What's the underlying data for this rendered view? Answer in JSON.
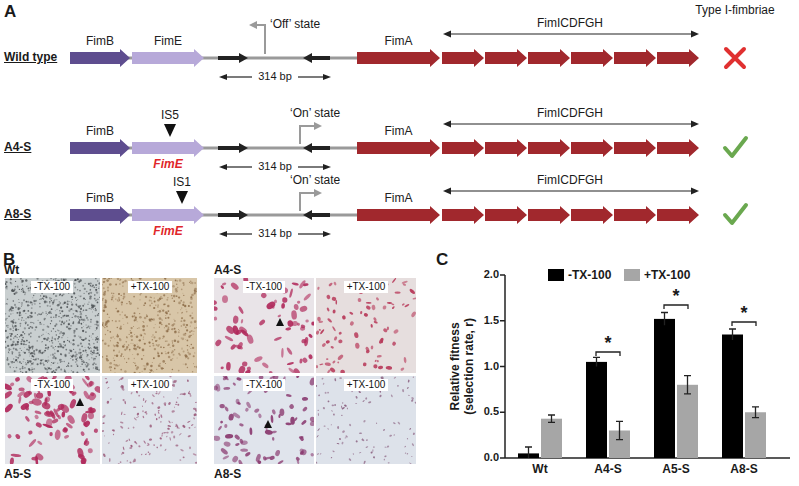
{
  "diagram": {
    "nodes": [
      {
        "text": [
          "FimB"
        ]
      },
      {
        "text": [
          "FimE"
        ]
      },
      {
        "text": [
          "FimA"
        ]
      },
      {
        "text": [
          "FimB"
        ]
      },
      {
        "text": [
          "FimE"
        ]
      },
      {
        "text": [
          "FimA"
        ]
      },
      {
        "text": [
          "FimB"
        ]
      },
      {
        "text": [
          "FimE"
        ]
      },
      {
        "text": [
          "FimA"
        ]
      }
    ],
    "labels": [
      "A",
      "Type I-fimbriae",
      "Wild type",
      "‘Off’ state",
      "314 bp",
      "FimICDFGH",
      "A4-S",
      "IS5",
      "‘On’ state",
      "314 bp",
      "FimICDFGH",
      "A8-S",
      "IS1",
      "‘On’ state",
      "314 bp",
      "FimICDFGH",
      "B",
      "Wt",
      "-TX-100",
      "+TX-100",
      "A4-S",
      "-TX-100",
      "+TX-100",
      "-TX-100",
      "+TX-100",
      "-TX-100",
      "+TX-100",
      "A5-S",
      "A8-S",
      "C",
      "Relative fitness (selection rate, r)",
      "0.0",
      "0.5",
      "1.0",
      "1.5",
      "2.0",
      "Wt",
      "A4-S",
      "A5-S",
      "A8-S",
      "*",
      "*",
      "*"
    ],
    "legend": [
      {
        "text": "-TX-100",
        "color": "#000000"
      },
      {
        "text": "+TX-100",
        "color": "#a6a6a6"
      }
    ]
  }
}
